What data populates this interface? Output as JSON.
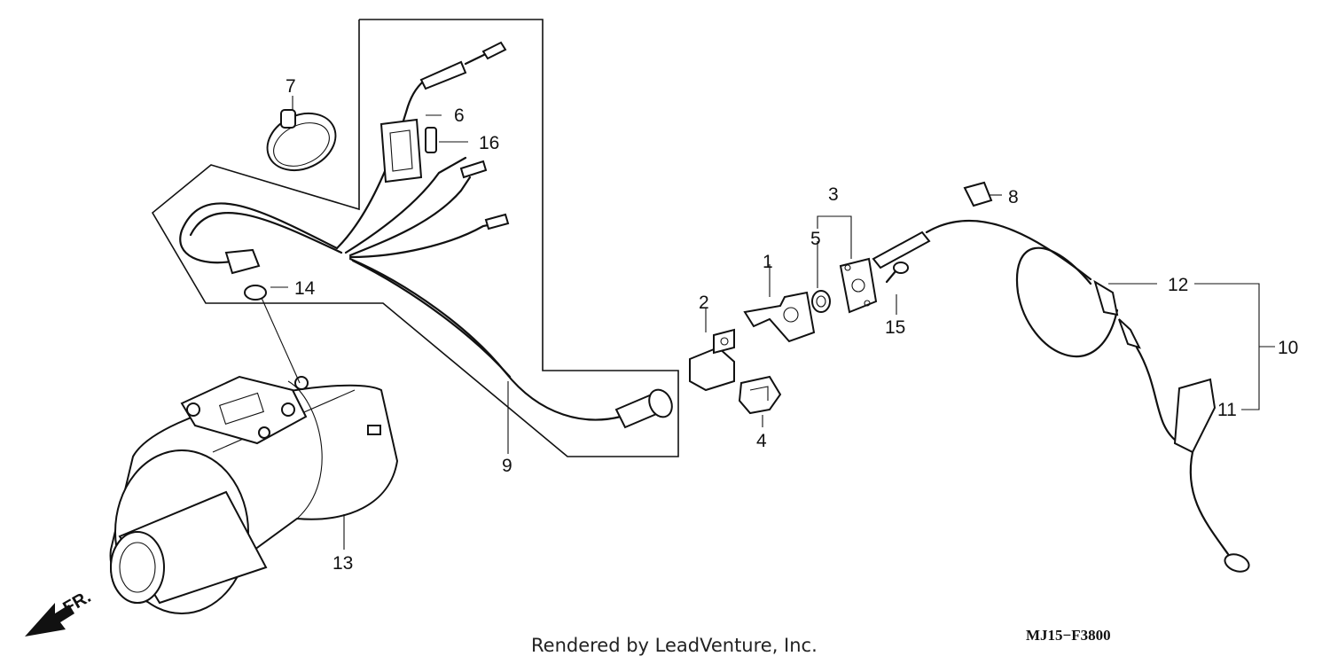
{
  "callouts": [
    "1",
    "2",
    "3",
    "4",
    "5",
    "6",
    "7",
    "8",
    "9",
    "10",
    "11",
    "12",
    "13",
    "14",
    "15",
    "16"
  ],
  "front_marker": "FR.",
  "credit": "Rendered by LeadVenture, Inc.",
  "diagram_code": "MJ15−F3800"
}
